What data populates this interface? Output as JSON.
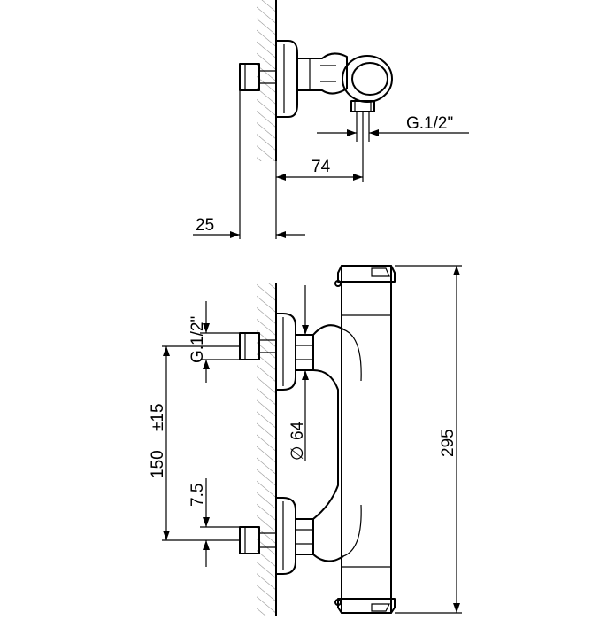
{
  "dimensions": {
    "side_thread": "G.1/2\"",
    "side_depth": "74",
    "wall_offset": "25",
    "front_thread": "G.1/2\"",
    "inlet_spacing": "150",
    "inlet_tolerance": "±15",
    "flange_diameter_symbol": "∅",
    "flange_diameter": "64",
    "inlet_offset": "7.5",
    "overall_height": "295"
  }
}
